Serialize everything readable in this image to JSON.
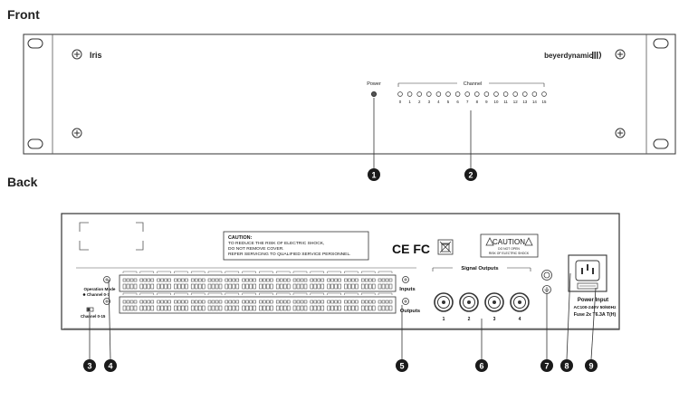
{
  "front": {
    "heading": "Front",
    "model": "Iris",
    "brand": "beyerdynamic",
    "power_label": "Power",
    "channel_label": "Channel",
    "channel_numbers": [
      "0",
      "1",
      "2",
      "3",
      "4",
      "5",
      "6",
      "7",
      "8",
      "9",
      "10",
      "11",
      "12",
      "13",
      "14",
      "15"
    ]
  },
  "back": {
    "heading": "Back",
    "caution_title": "CAUTION:",
    "caution_lines": [
      "TO REDUCE THE RISK OF ELECTRIC SHOCK,",
      "DO NOT REMOVE COVER.",
      "REFER SERVICING TO QUALIFIED SERVICE PERSONNEL."
    ],
    "cert_marks": "CE FC",
    "caution_label_title": "CAUTION",
    "caution_label_sub1": "RISK OF ELECTRIC SHOCK",
    "caution_label_sub2": "DO NOT OPEN",
    "operation_mode_label": "Operation Mode",
    "channel_0_7_label": "Channel 0-7",
    "channel_0_15_label": "Channel 0-15",
    "inputs_label": "Inputs",
    "outputs_label": "Outputs",
    "signal_outputs_label": "Signal Outputs",
    "output_numbers": [
      "1",
      "2",
      "3",
      "4"
    ],
    "power_input_label": "Power Input",
    "power_spec": "AC100-240V 50/60Hz",
    "fuse_spec": "Fuse 2x T6.3A T(H)"
  },
  "callouts": {
    "front": [
      "1",
      "2"
    ],
    "back": [
      "3",
      "4",
      "5",
      "6",
      "7",
      "8",
      "9"
    ]
  },
  "colors": {
    "outline": "#333333",
    "callout_fill": "#1a1a1a",
    "callout_text": "#ffffff",
    "panel_fill": "#ffffff"
  }
}
